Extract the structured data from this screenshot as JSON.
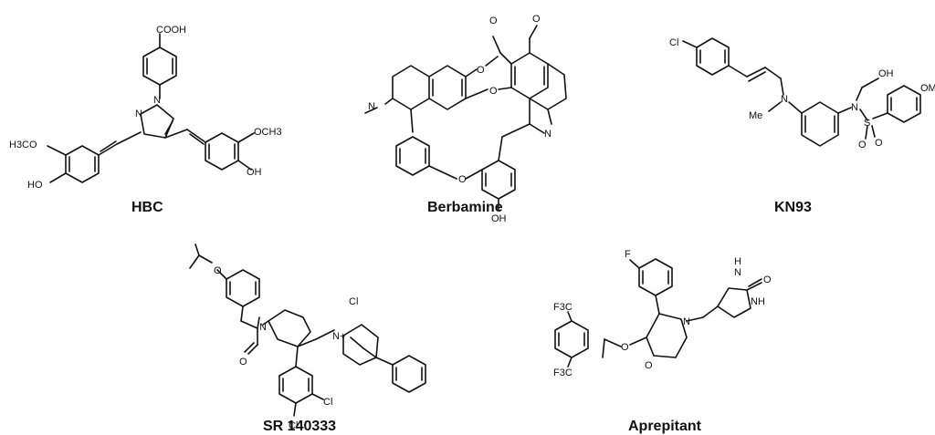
{
  "figure": {
    "compounds": [
      {
        "name": "HBC",
        "atom_labels": [
          "COOH",
          "N",
          "N",
          "H3CO",
          "HO",
          "OCH3",
          "OH"
        ]
      },
      {
        "name": "Berbamine",
        "atom_labels": [
          "O",
          "O",
          "O",
          "O",
          "N",
          "N",
          "O",
          "OH"
        ]
      },
      {
        "name": "KN93",
        "atom_labels": [
          "Cl",
          "N",
          "Me",
          "OH",
          "N",
          "S",
          "O",
          "O",
          "OM"
        ]
      },
      {
        "name": "SR 140333",
        "atom_labels": [
          "O",
          "N",
          "O",
          "Cl",
          "Cl",
          "Cl",
          "N+"
        ]
      },
      {
        "name": "Aprepitant",
        "atom_labels": [
          "F",
          "N",
          "O",
          "O",
          "F3C",
          "F3C",
          "H",
          "N",
          "NH",
          "O"
        ]
      }
    ]
  }
}
